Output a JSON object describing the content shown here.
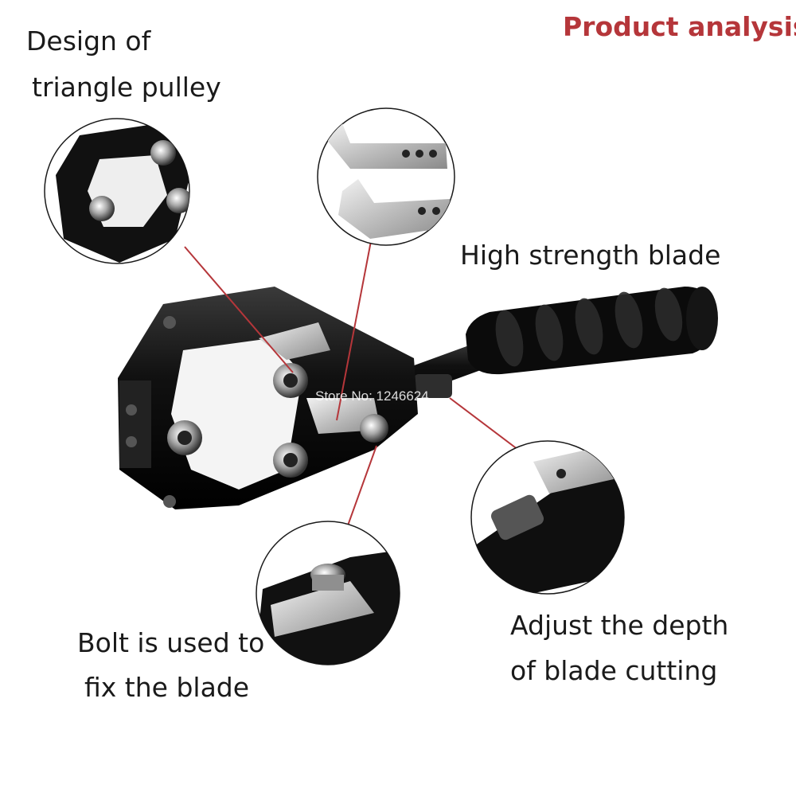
{
  "header": {
    "title": "Product analysis"
  },
  "callouts": {
    "pulley": {
      "line1": "Design of",
      "line2": "triangle pulley"
    },
    "blade": {
      "line1": "High strength blade"
    },
    "bolt": {
      "line1": "Bolt is used to",
      "line2": "fix the blade"
    },
    "depth": {
      "line1": "Adjust the depth",
      "line2": "of blade cutting"
    }
  },
  "watermark": "Store No: 1246624",
  "colors": {
    "accent": "#b5363a",
    "leader_line": "#b5363a",
    "tool_body": "#111111",
    "steel": "#c9c9c9"
  }
}
